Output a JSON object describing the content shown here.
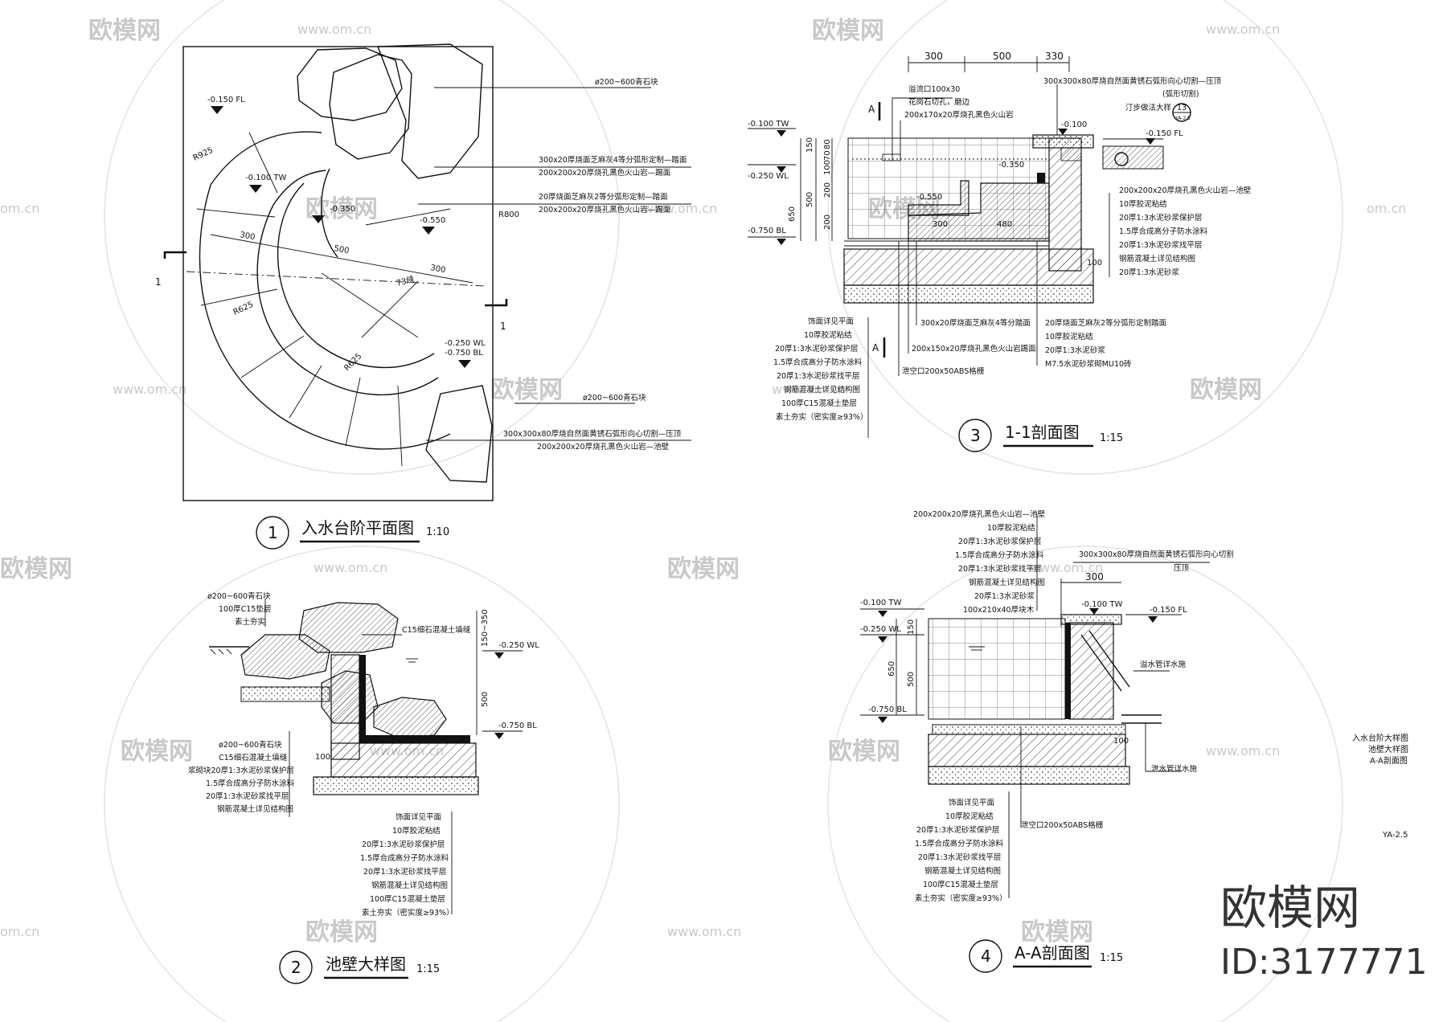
{
  "watermark": {
    "text": "欧模网",
    "url": "www.om.cn",
    "url_short": "om.cn"
  },
  "brand": {
    "name": "欧模网",
    "id": "ID:3177771"
  },
  "sheet": {
    "title_lines": [
      "入水台阶大样图",
      "池壁大样图",
      "A-A剖面图"
    ],
    "code": "YA-2.5"
  },
  "view1": {
    "num": "1",
    "title": "入水台阶平面图",
    "scale": "1:10",
    "levels": [
      "-0.150 FL",
      "-0.100 TW",
      "-0.350",
      "-0.550",
      "-0.250 WL",
      "-0.750 BL"
    ],
    "radii": [
      "R925",
      "R800",
      "R625",
      "R625"
    ],
    "dims": [
      "300",
      "500",
      "300",
      "73缝"
    ],
    "section_mark": "1",
    "notes": [
      "ø200~600青石块",
      "300x20厚烧面芝麻灰4等分弧形定制—踏面",
      "200x200x20厚烧孔黑色火山岩—踢面",
      "20厚烧面芝麻灰2等分弧形定制—踏面",
      "200x200x20厚烧孔黑色火山岩—踢面",
      "ø200~600青石块",
      "300x300x80厚烧自然面黄锈石弧形向心切割—压顶",
      "200x200x20厚烧孔黑色火山岩—池壁"
    ]
  },
  "view3": {
    "num": "3",
    "title": "1-1剖面图",
    "scale": "1:15",
    "dims_top": [
      "300",
      "500",
      "330"
    ],
    "dims_left": [
      "150",
      "80",
      "70",
      "100",
      "200",
      "500",
      "200",
      "650"
    ],
    "levels": [
      "-0.100 TW",
      "-0.250 WL",
      "-0.750 BL",
      "-0.100",
      "-0.150 FL",
      "-0.350",
      "-0.550"
    ],
    "inner_dims": [
      "300",
      "480",
      "100"
    ],
    "section_marks": [
      "A",
      "A"
    ],
    "detail_ref": {
      "top": "13",
      "bottom": "YA-2.5"
    },
    "notes_top": [
      "溢流口100x30",
      "花岗石切孔，磨边",
      "200x170x20厚烧孔黑色火山岩",
      "300x300x80厚烧自然面黄锈石弧形向心切割—压顶",
      "(弧形切割)",
      "汀步做法大样"
    ],
    "notes_right": [
      "200x200x20厚烧孔黑色火山岩—池壁",
      "10厚胶泥粘结",
      "20厚1:3水泥砂浆保护层",
      "1.5厚合成高分子防水涂料",
      "20厚1:3水泥砂浆找平层",
      "钢筋混凝土详见结构图",
      "20厚1:3水泥砂浆"
    ],
    "notes_left": [
      "饰面详见平面",
      "10厚胶泥粘结",
      "20厚1:3水泥砂浆保护层",
      "1.5厚合成高分子防水涂料",
      "20厚1:3水泥砂浆找平层",
      "钢筋混凝土详见结构图",
      "100厚C15混凝土垫层",
      "素土夯实（密实度≥93%）"
    ],
    "notes_bottom": [
      "300x20厚烧面芝麻灰4等分踏面",
      "200x150x20厚烧孔黑色火山岩踢面",
      "泄空口200x50ABS格栅",
      "20厚烧面芝麻灰2等分弧形定制踏面",
      "10厚胶泥粘结",
      "20厚1:3水泥砂浆",
      "M7.5水泥砂浆砌MU10砖"
    ]
  },
  "view2": {
    "num": "2",
    "title": "池壁大样图",
    "scale": "1:15",
    "dims": [
      "150~350",
      "500",
      "100"
    ],
    "levels": [
      "-0.250 WL",
      "-0.750 BL"
    ],
    "notes_top": [
      "ø200~600青石块",
      "100厚C15垫层",
      "素土夯实",
      "C15细石混凝土填缝"
    ],
    "notes_left": [
      "ø200~600青石块",
      "C15细石混凝土填缝",
      "浆砌块20厚1:3水泥砂浆保护层",
      "1.5厚合成高分子防水涂料",
      "20厚1:3水泥砂浆找平层",
      "钢筋混凝土详见结构图"
    ],
    "notes_bottom": [
      "饰面详见平面",
      "10厚胶泥粘结",
      "20厚1:3水泥砂浆保护层",
      "1.5厚合成高分子防水涂料",
      "20厚1:3水泥砂浆找平层",
      "钢筋混凝土详见结构图",
      "100厚C15混凝土垫层",
      "素土夯实（密实度≥93%）"
    ]
  },
  "view4": {
    "num": "4",
    "title": "A-A剖面图",
    "scale": "1:15",
    "dims": [
      "150",
      "500",
      "650",
      "300",
      "100"
    ],
    "levels": [
      "-0.100 TW",
      "-0.250 WL",
      "-0.750 BL",
      "-0.100 TW",
      "-0.150 FL"
    ],
    "notes_top": [
      "200x200x20厚烧孔黑色火山岩—池壁",
      "10厚胶泥粘结",
      "20厚1:3水泥砂浆保护层",
      "1.5厚合成高分子防水涂料",
      "20厚1:3水泥砂浆找平层",
      "钢筋混凝土详见结构图",
      "20厚1:3水泥砂浆",
      "100x210x40厚块木"
    ],
    "notes_right": [
      "300x300x80厚烧自然面黄锈石弧形向心切割",
      "压顶",
      "溢水管详水施",
      "泄水管详水施"
    ],
    "notes_bottom": [
      "泄空口200x50ABS格栅",
      "饰面详见平面",
      "10厚胶泥粘结",
      "20厚1:3水泥砂浆保护层",
      "1.5厚合成高分子防水涂料",
      "20厚1:3水泥砂浆找平层",
      "钢筋混凝土详见结构图",
      "100厚C15混凝土垫层",
      "素土夯实（密实度≥93%）"
    ]
  }
}
